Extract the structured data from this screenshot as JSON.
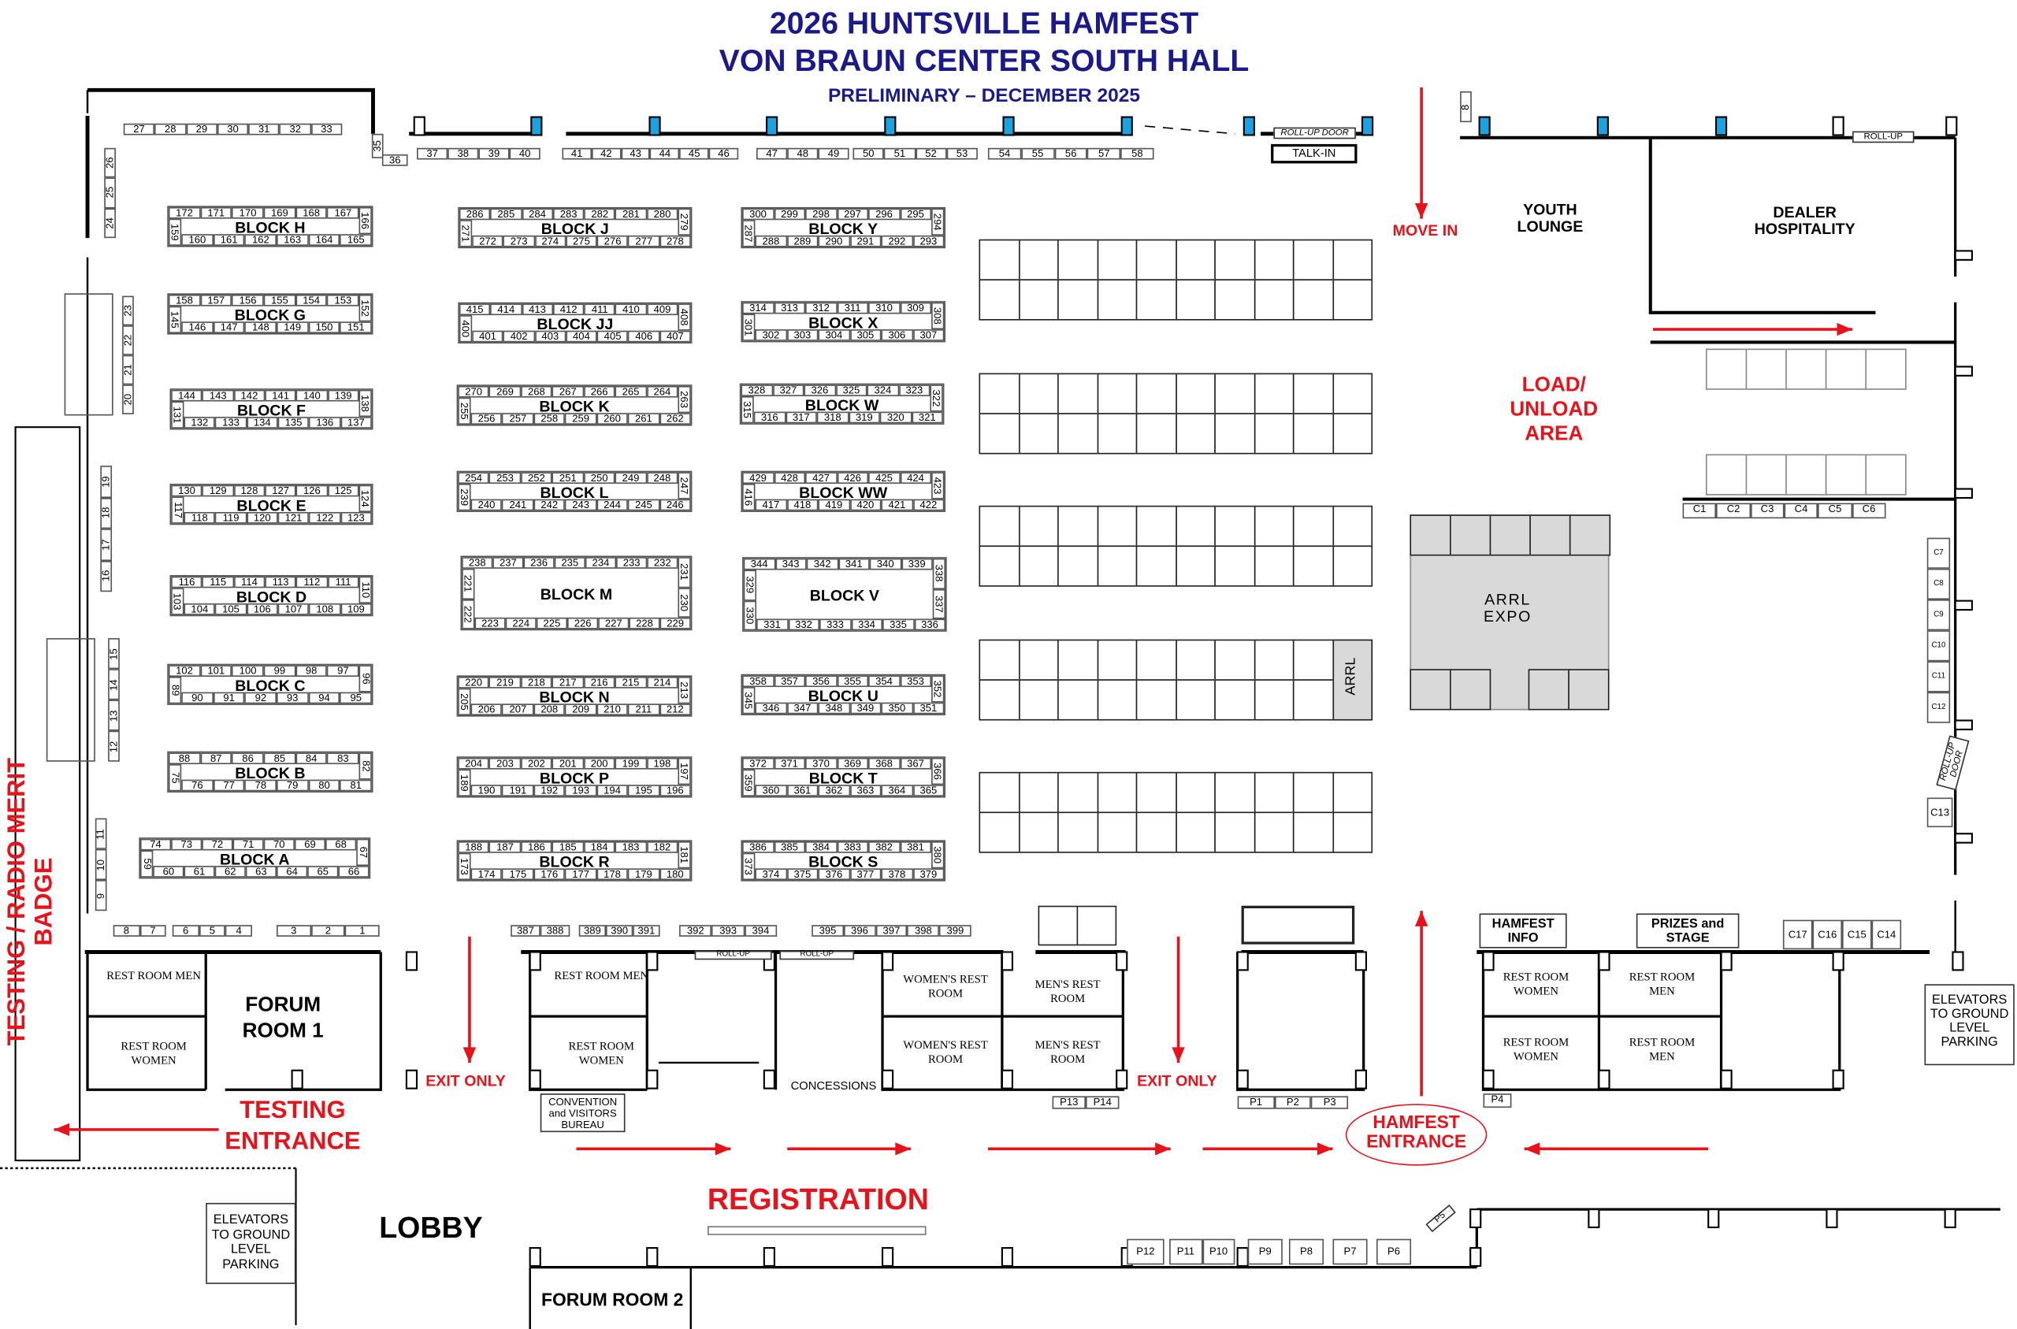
{
  "header": {
    "title_line1": "2026 HUNTSVILLE HAMFEST",
    "title_line2": "VON BRAUN CENTER SOUTH HALL",
    "subtitle": "PRELIMINARY – DECEMBER 2025"
  },
  "colors": {
    "title": "#1a1a8c",
    "accent_red": "#e8121b",
    "pillar_blue": "#1aa3e0",
    "expo_grey": "#d9d9d9"
  },
  "blocks": [
    {
      "name": "BLOCK H",
      "top": [
        "172",
        "171",
        "170",
        "169",
        "168",
        "167"
      ],
      "bottom": [
        "160",
        "161",
        "162",
        "163",
        "164",
        "165"
      ],
      "left": [
        "159"
      ],
      "right": [
        "166"
      ]
    },
    {
      "name": "BLOCK G",
      "top": [
        "158",
        "157",
        "156",
        "155",
        "154",
        "153"
      ],
      "bottom": [
        "146",
        "147",
        "148",
        "149",
        "150",
        "151"
      ],
      "left": [
        "145"
      ],
      "right": [
        "152"
      ]
    },
    {
      "name": "BLOCK F",
      "top": [
        "144",
        "143",
        "142",
        "141",
        "140",
        "139"
      ],
      "bottom": [
        "132",
        "133",
        "134",
        "135",
        "136",
        "137"
      ],
      "left": [
        "131"
      ],
      "right": [
        "138"
      ]
    },
    {
      "name": "BLOCK E",
      "top": [
        "130",
        "129",
        "128",
        "127",
        "126",
        "125"
      ],
      "bottom": [
        "118",
        "119",
        "120",
        "121",
        "122",
        "123"
      ],
      "left": [
        "117"
      ],
      "right": [
        "124"
      ]
    },
    {
      "name": "BLOCK D",
      "top": [
        "116",
        "115",
        "114",
        "113",
        "112",
        "111"
      ],
      "bottom": [
        "104",
        "105",
        "106",
        "107",
        "108",
        "109"
      ],
      "left": [
        "103"
      ],
      "right": [
        "110"
      ]
    },
    {
      "name": "BLOCK C",
      "top": [
        "102",
        "101",
        "100",
        "99",
        "98",
        "97"
      ],
      "bottom": [
        "90",
        "91",
        "92",
        "93",
        "94",
        "95"
      ],
      "left": [
        "89"
      ],
      "right": [
        "96"
      ]
    },
    {
      "name": "BLOCK B",
      "top": [
        "88",
        "87",
        "86",
        "85",
        "84",
        "83"
      ],
      "bottom": [
        "76",
        "77",
        "78",
        "79",
        "80",
        "81"
      ],
      "left": [
        "75"
      ],
      "right": [
        "82"
      ]
    },
    {
      "name": "BLOCK A",
      "top": [
        "74",
        "73",
        "72",
        "71",
        "70",
        "69",
        "68"
      ],
      "bottom": [
        "60",
        "61",
        "62",
        "63",
        "64",
        "65",
        "66"
      ],
      "left": [
        "59"
      ],
      "right": [
        "67"
      ]
    },
    {
      "name": "BLOCK J",
      "top": [
        "286",
        "285",
        "284",
        "283",
        "282",
        "281",
        "280"
      ],
      "bottom": [
        "272",
        "273",
        "274",
        "275",
        "276",
        "277",
        "278"
      ],
      "left": [
        "271"
      ],
      "right": [
        "279"
      ]
    },
    {
      "name": "BLOCK JJ",
      "top": [
        "415",
        "414",
        "413",
        "412",
        "411",
        "410",
        "409"
      ],
      "bottom": [
        "401",
        "402",
        "403",
        "404",
        "405",
        "406",
        "407"
      ],
      "left": [
        "400"
      ],
      "right": [
        "408"
      ]
    },
    {
      "name": "BLOCK K",
      "top": [
        "270",
        "269",
        "268",
        "267",
        "266",
        "265",
        "264"
      ],
      "bottom": [
        "256",
        "257",
        "258",
        "259",
        "260",
        "261",
        "262"
      ],
      "left": [
        "255"
      ],
      "right": [
        "263"
      ]
    },
    {
      "name": "BLOCK L",
      "top": [
        "254",
        "253",
        "252",
        "251",
        "250",
        "249",
        "248"
      ],
      "bottom": [
        "240",
        "241",
        "242",
        "243",
        "244",
        "245",
        "246"
      ],
      "left": [
        "239"
      ],
      "right": [
        "247"
      ]
    },
    {
      "name": "BLOCK M",
      "top": [
        "238",
        "237",
        "236",
        "235",
        "234",
        "233",
        "232"
      ],
      "bottom": [
        "223",
        "224",
        "225",
        "226",
        "227",
        "228",
        "229"
      ],
      "left": [
        "221",
        "222"
      ],
      "right": [
        "231",
        "230"
      ]
    },
    {
      "name": "BLOCK N",
      "top": [
        "220",
        "219",
        "218",
        "217",
        "216",
        "215",
        "214"
      ],
      "bottom": [
        "206",
        "207",
        "208",
        "209",
        "210",
        "211",
        "212"
      ],
      "left": [
        "205"
      ],
      "right": [
        "213"
      ]
    },
    {
      "name": "BLOCK P",
      "top": [
        "204",
        "203",
        "202",
        "201",
        "200",
        "199",
        "198"
      ],
      "bottom": [
        "190",
        "191",
        "192",
        "193",
        "194",
        "195",
        "196"
      ],
      "left": [
        "189"
      ],
      "right": [
        "197"
      ]
    },
    {
      "name": "BLOCK R",
      "top": [
        "188",
        "187",
        "186",
        "185",
        "184",
        "183",
        "182"
      ],
      "bottom": [
        "174",
        "175",
        "176",
        "177",
        "178",
        "179",
        "180"
      ],
      "left": [
        "173"
      ],
      "right": [
        "181"
      ]
    },
    {
      "name": "BLOCK Y",
      "top": [
        "300",
        "299",
        "298",
        "297",
        "296",
        "295"
      ],
      "bottom": [
        "288",
        "289",
        "290",
        "291",
        "292",
        "293"
      ],
      "left": [
        "287"
      ],
      "right": [
        "294"
      ]
    },
    {
      "name": "BLOCK X",
      "top": [
        "314",
        "313",
        "312",
        "311",
        "310",
        "309"
      ],
      "bottom": [
        "302",
        "303",
        "304",
        "305",
        "306",
        "307"
      ],
      "left": [
        "301"
      ],
      "right": [
        "308"
      ]
    },
    {
      "name": "BLOCK W",
      "top": [
        "328",
        "327",
        "326",
        "325",
        "324",
        "323"
      ],
      "bottom": [
        "316",
        "317",
        "318",
        "319",
        "320",
        "321"
      ],
      "left": [
        "315"
      ],
      "right": [
        "322"
      ]
    },
    {
      "name": "BLOCK WW",
      "top": [
        "429",
        "428",
        "427",
        "426",
        "425",
        "424"
      ],
      "bottom": [
        "417",
        "418",
        "419",
        "420",
        "421",
        "422"
      ],
      "left": [
        "416"
      ],
      "right": [
        "423"
      ]
    },
    {
      "name": "BLOCK V",
      "top": [
        "344",
        "343",
        "342",
        "341",
        "340",
        "339"
      ],
      "bottom": [
        "331",
        "332",
        "333",
        "334",
        "335",
        "336"
      ],
      "left": [
        "329",
        "330"
      ],
      "right": [
        "338",
        "337"
      ]
    },
    {
      "name": "BLOCK U",
      "top": [
        "358",
        "357",
        "356",
        "355",
        "354",
        "353"
      ],
      "bottom": [
        "346",
        "347",
        "348",
        "349",
        "350",
        "351"
      ],
      "left": [
        "345"
      ],
      "right": [
        "352"
      ]
    },
    {
      "name": "BLOCK T",
      "top": [
        "372",
        "371",
        "370",
        "369",
        "368",
        "367"
      ],
      "bottom": [
        "360",
        "361",
        "362",
        "363",
        "364",
        "365"
      ],
      "left": [
        "359"
      ],
      "right": [
        "366"
      ]
    },
    {
      "name": "BLOCK S",
      "top": [
        "386",
        "385",
        "384",
        "383",
        "382",
        "381"
      ],
      "bottom": [
        "374",
        "375",
        "376",
        "377",
        "378",
        "379"
      ],
      "left": [
        "373"
      ],
      "right": [
        "380"
      ]
    }
  ],
  "wall_booths": {
    "top_left": [
      "27",
      "28",
      "29",
      "30",
      "31",
      "32",
      "33"
    ],
    "booth_35": [
      "35"
    ],
    "booth_36": [
      "36"
    ],
    "top_a": [
      "37",
      "38",
      "39",
      "40"
    ],
    "top_b": [
      "41",
      "42",
      "43",
      "44",
      "45",
      "46"
    ],
    "top_c": [
      "47",
      "48",
      "49"
    ],
    "top_d": [
      "50",
      "51",
      "52",
      "53"
    ],
    "top_e": [
      "54",
      "55",
      "56",
      "57",
      "58"
    ],
    "left_a": [
      "26",
      "25",
      "24"
    ],
    "left_b": [
      "23",
      "22",
      "21",
      "20"
    ],
    "left_c": [
      "19",
      "18",
      "17",
      "16"
    ],
    "left_d": [
      "15",
      "14",
      "13",
      "12"
    ],
    "left_e": [
      "11",
      "10",
      "9"
    ],
    "top_right": [
      "8"
    ],
    "bottom_a": [
      "8",
      "7"
    ],
    "bottom_b": [
      "6",
      "5",
      "4"
    ],
    "bottom_c": [
      "3",
      "2",
      "1"
    ],
    "bottom_d": [
      "387",
      "388"
    ],
    "bottom_e": [
      "389",
      "390",
      "391"
    ],
    "bottom_f": [
      "392",
      "393",
      "394"
    ],
    "bottom_g": [
      "395",
      "396",
      "397",
      "398",
      "399"
    ]
  },
  "p_booths": {
    "p13_14": [
      "P13",
      "P14"
    ],
    "p1_3": [
      "P1",
      "P2",
      "P3"
    ],
    "p4": [
      "P4"
    ],
    "p5": "P5",
    "p12": [
      "P12"
    ],
    "p11_10": [
      "P11",
      "P10"
    ],
    "p9": [
      "P9"
    ],
    "p8": [
      "P8"
    ],
    "p7": [
      "P7"
    ],
    "p6": [
      "P6"
    ]
  },
  "c_booths": {
    "row": [
      "C1",
      "C2",
      "C3",
      "C4",
      "C5",
      "C6"
    ],
    "column": [
      "C7",
      "C8",
      "C9",
      "C10",
      "C11",
      "C12"
    ],
    "c13": [
      "C13"
    ],
    "stage_row": [
      "C17",
      "C16",
      "C15",
      "C14"
    ]
  },
  "labels": {
    "move_in": "MOVE IN",
    "youth_lounge": "YOUTH LOUNGE",
    "dealer_hospitality": "DEALER HOSPITALITY",
    "load_unload": "LOAD/ UNLOAD AREA",
    "arrl_expo": "ARRL EXPO",
    "arrl": "ARRL",
    "talk_in": "TALK-IN",
    "roll_up_door_top": "ROLL-UP DOOR",
    "roll_up_top_right": "ROLL-UP",
    "roll_up_door_right": "ROLL-UP DOOR",
    "roll_up_1": "ROLL-UP",
    "roll_up_2": "ROLL-UP",
    "testing_badge": "TESTING / RADIO MERIT BADGE",
    "testing_entrance": "TESTING ENTRANCE",
    "exit_only_1": "EXIT ONLY",
    "exit_only_2": "EXIT ONLY",
    "forum_room_1": "FORUM ROOM 1",
    "forum_room_2": "FORUM ROOM 2",
    "rr_men_1": "REST ROOM MEN",
    "rr_women_1": "REST ROOM WOMEN",
    "rr_men_2": "REST ROOM MEN",
    "rr_women_2": "REST ROOM WOMEN",
    "womens_rr_1": "WOMEN'S REST ROOM",
    "womens_rr_2": "WOMEN'S REST ROOM",
    "mens_rr_1": "MEN'S REST ROOM",
    "mens_rr_2": "MEN'S REST ROOM",
    "rr_women_3": "REST ROOM WOMEN",
    "rr_women_4": "REST ROOM WOMEN",
    "rr_men_3": "REST ROOM MEN",
    "rr_men_4": "REST ROOM MEN",
    "convention_bureau": "CONVENTION and VISITORS BUREAU",
    "concessions": "CONCESSIONS",
    "hamfest_info": "HAMFEST INFO",
    "prizes_stage": "PRIZES and STAGE",
    "elevators_right": "ELEVATORS TO GROUND LEVEL PARKING",
    "elevators_left": "ELEVATORS TO GROUND LEVEL PARKING",
    "hamfest_entrance": "HAMFEST ENTRANCE",
    "registration": "REGISTRATION",
    "lobby": "LOBBY"
  }
}
